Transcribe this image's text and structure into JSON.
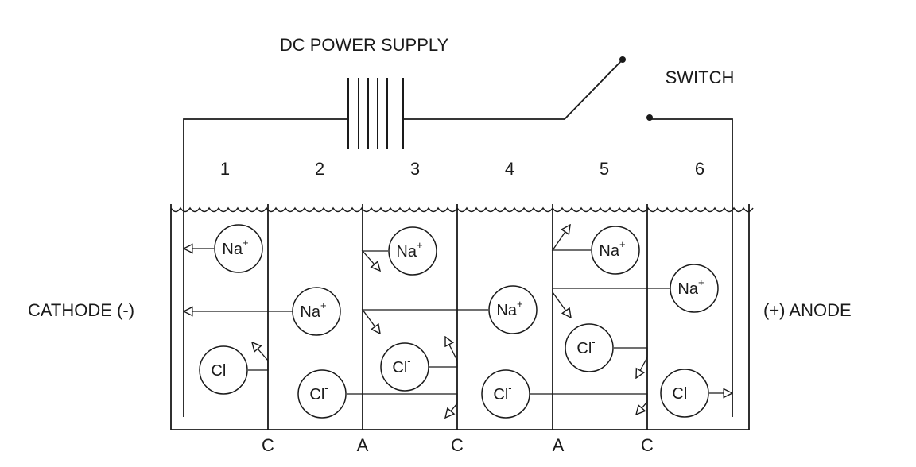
{
  "labels": {
    "power_supply": "DC POWER SUPPLY",
    "switch": "SWITCH",
    "cathode": "CATHODE (-)",
    "anode": "(+) ANODE"
  },
  "compartments": [
    "1",
    "2",
    "3",
    "4",
    "5",
    "6"
  ],
  "membranes": [
    "C",
    "A",
    "C",
    "A",
    "C"
  ],
  "ions": {
    "sodium": "Na",
    "sodium_charge": "+",
    "chloride": "Cl",
    "chloride_charge": "-"
  }
}
